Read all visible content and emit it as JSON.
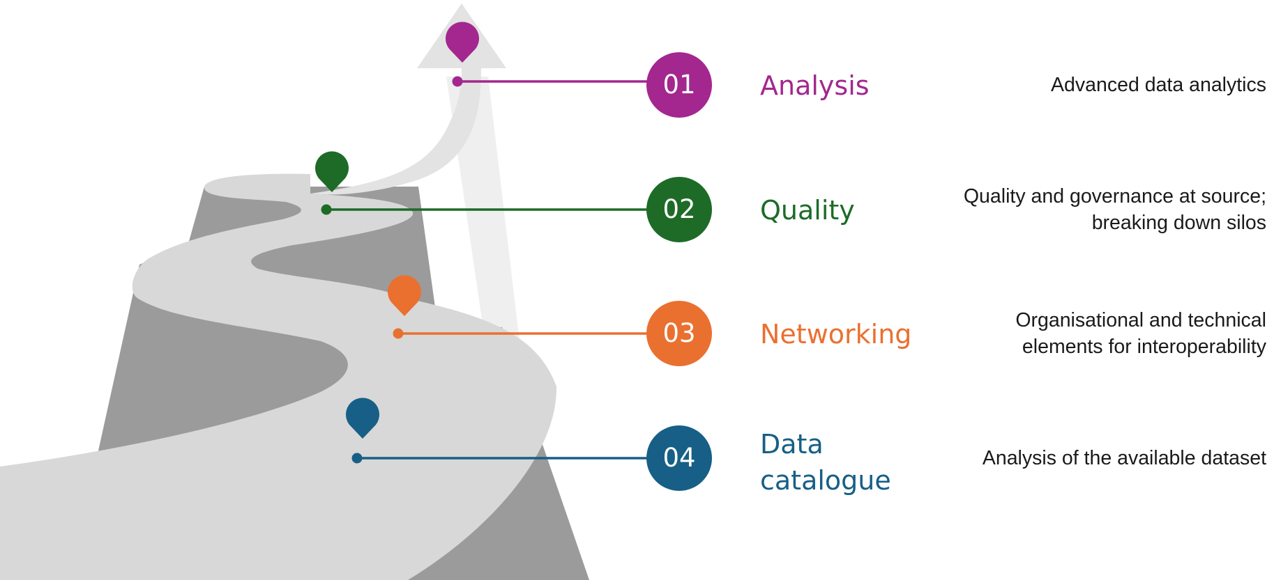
{
  "steps": [
    {
      "number": "01",
      "title": "Analysis",
      "description": "Advanced data analytics",
      "color": "#a3278f"
    },
    {
      "number": "02",
      "title": "Quality",
      "description": "Quality and governance at source;\nbreaking down silos",
      "color": "#1d6b27"
    },
    {
      "number": "03",
      "title": "Networking",
      "description": "Organisational and technical\nelements for interoperability",
      "color": "#ea7030"
    },
    {
      "number": "04",
      "title": "Data\ncatalogue",
      "description": "Analysis of the available dataset",
      "color": "#175f86"
    }
  ],
  "colors": {
    "mountain": "#9b9b9b",
    "road": "#d8d8d8",
    "arrow": "#e3e3e3",
    "arrow_light": "#efefef"
  },
  "icons": [
    "map-pin-icon"
  ]
}
